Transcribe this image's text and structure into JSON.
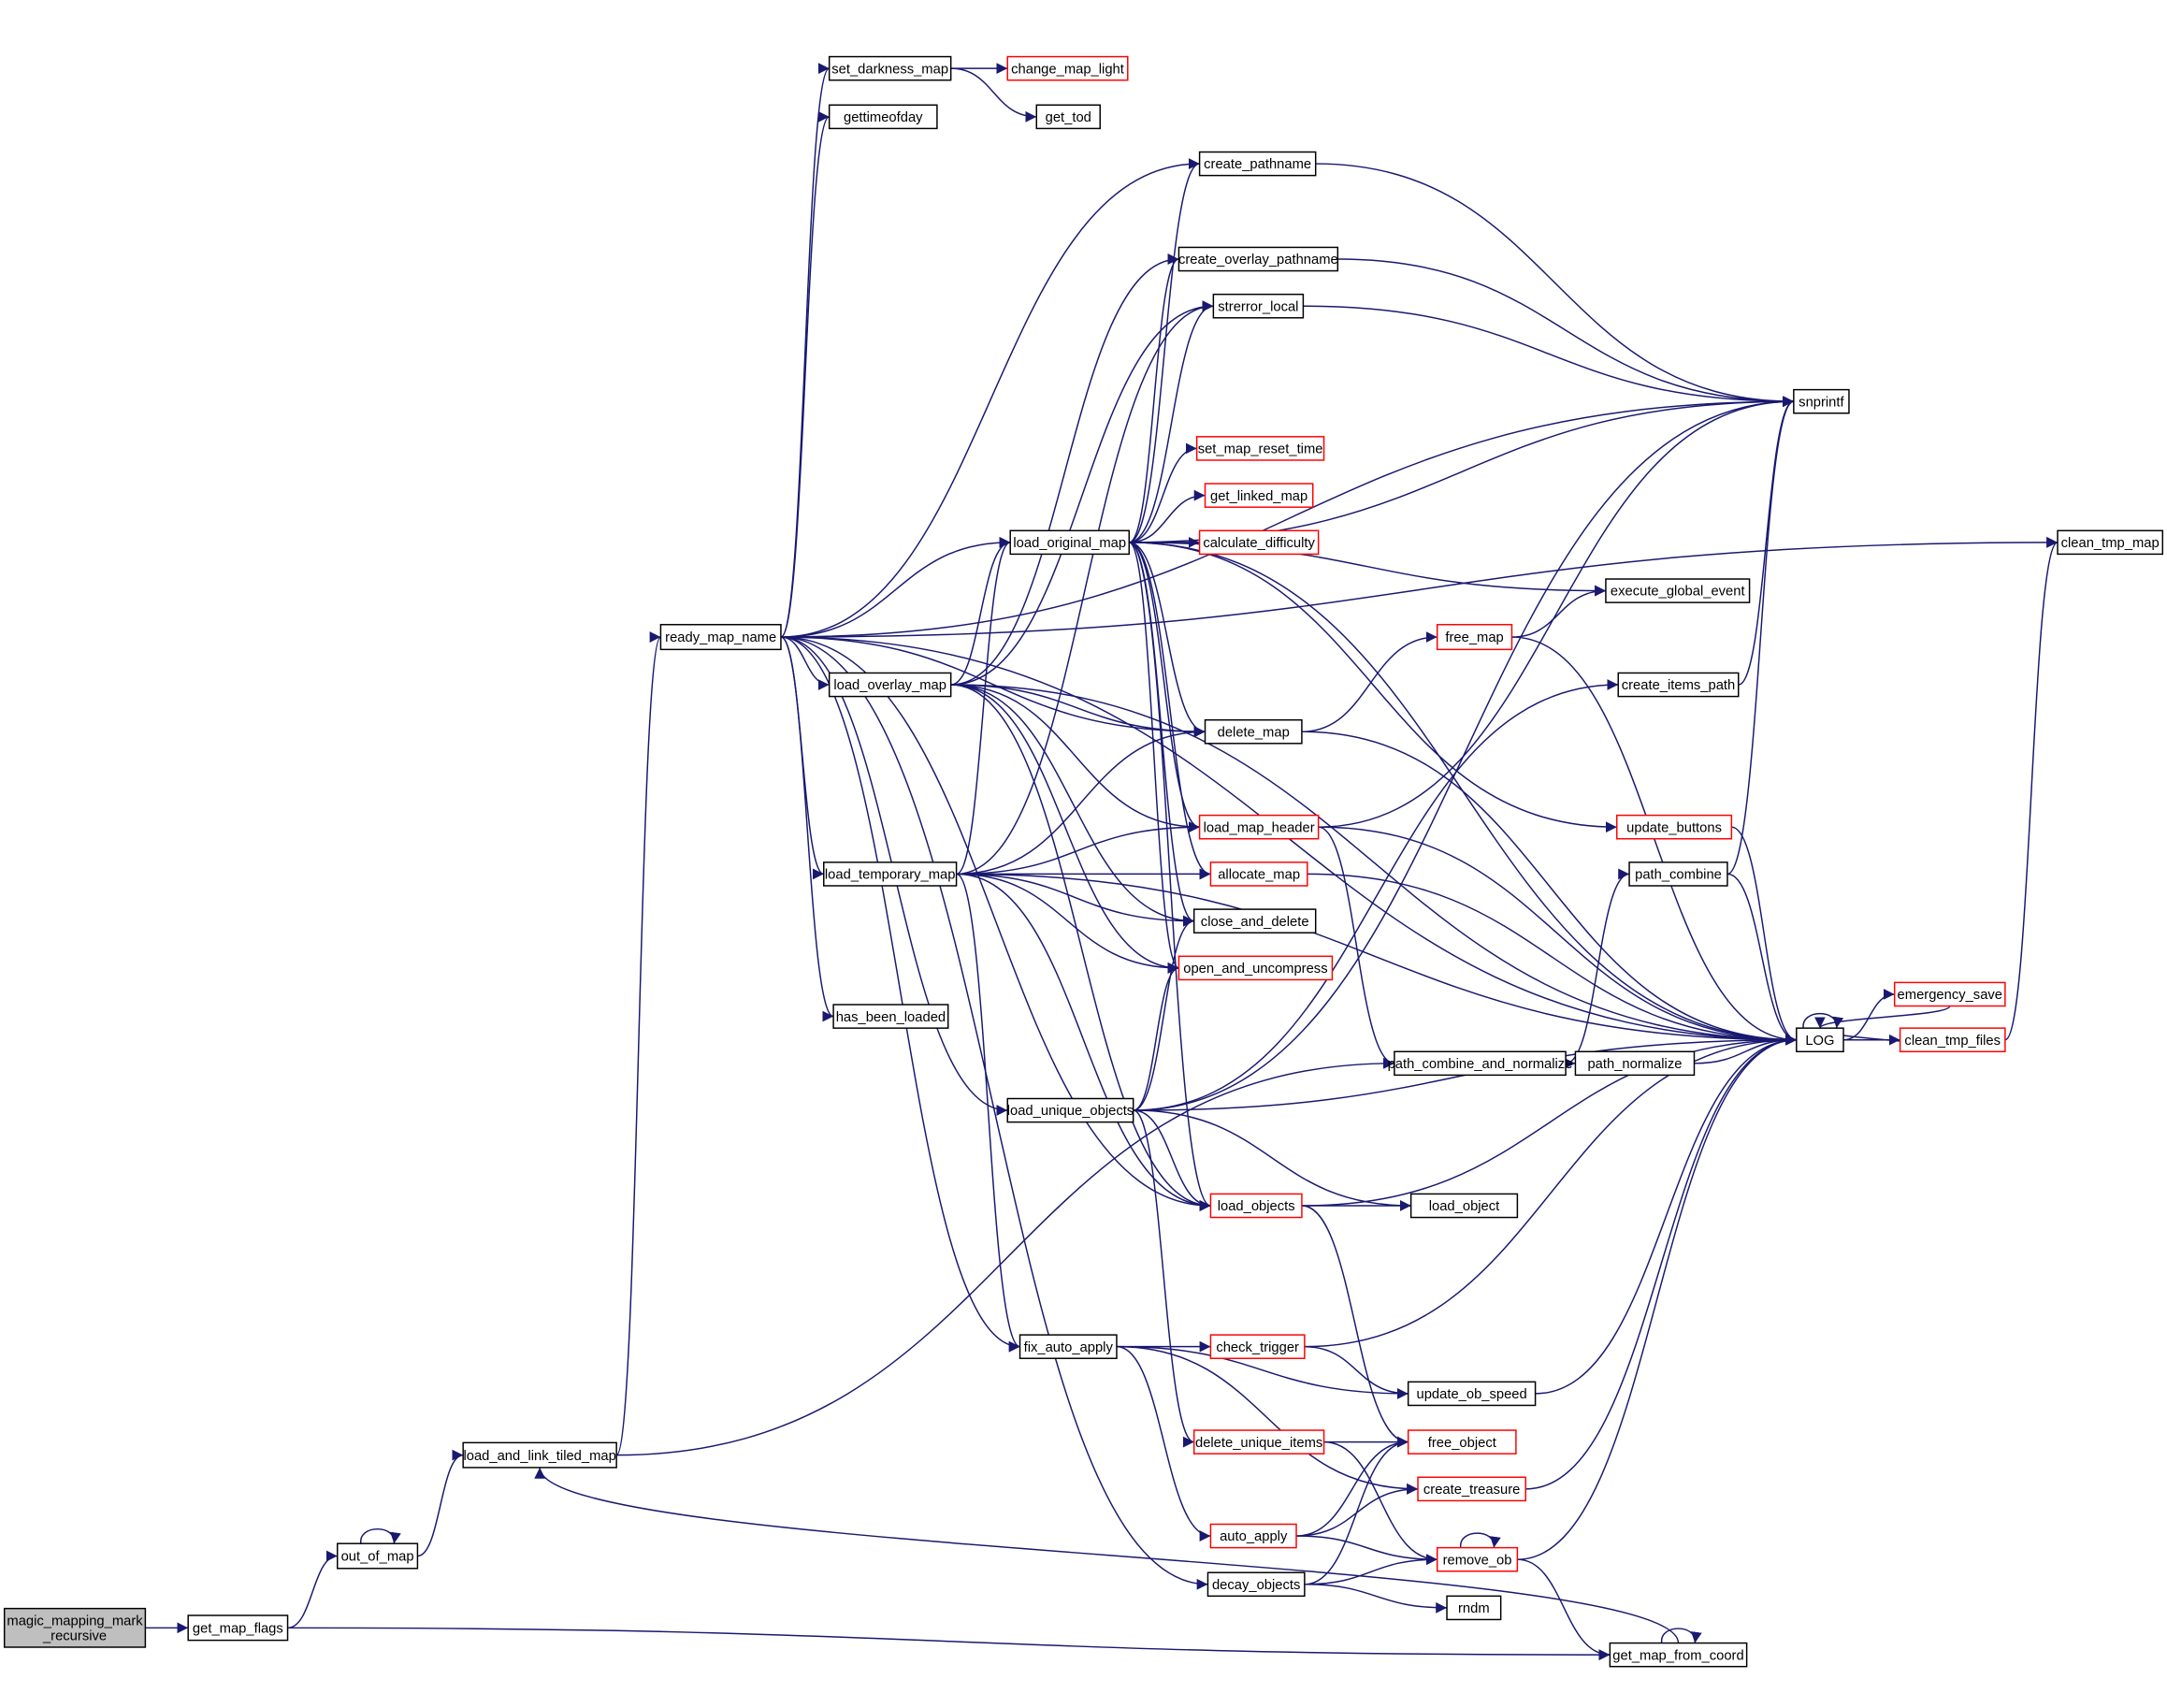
{
  "colors": {
    "edge": "#191970",
    "normal_border": "#000000",
    "incomplete_border": "#ff0000",
    "root_fill": "#bfbfbf",
    "fill": "#ffffff"
  },
  "nodes": [
    {
      "id": "magic",
      "lines": [
        "magic_mapping_mark",
        "_recursive"
      ],
      "style": "root"
    },
    {
      "id": "get_map_flags",
      "lines": [
        "get_map_flags"
      ],
      "style": "normal"
    },
    {
      "id": "out_of_map",
      "lines": [
        "out_of_map"
      ],
      "style": "normal"
    },
    {
      "id": "load_and_link_tiled_map",
      "lines": [
        "load_and_link_tiled_map"
      ],
      "style": "normal"
    },
    {
      "id": "ready_map_name",
      "lines": [
        "ready_map_name"
      ],
      "style": "normal"
    },
    {
      "id": "set_darkness_map",
      "lines": [
        "set_darkness_map"
      ],
      "style": "normal"
    },
    {
      "id": "gettimeofday",
      "lines": [
        "gettimeofday"
      ],
      "style": "normal"
    },
    {
      "id": "change_map_light",
      "lines": [
        "change_map_light"
      ],
      "style": "red"
    },
    {
      "id": "get_tod",
      "lines": [
        "get_tod"
      ],
      "style": "normal"
    },
    {
      "id": "create_pathname",
      "lines": [
        "create_pathname"
      ],
      "style": "normal"
    },
    {
      "id": "create_overlay_pathname",
      "lines": [
        "create_overlay_pathname"
      ],
      "style": "normal"
    },
    {
      "id": "strerror_local",
      "lines": [
        "strerror_local"
      ],
      "style": "normal"
    },
    {
      "id": "snprintf",
      "lines": [
        "snprintf"
      ],
      "style": "normal"
    },
    {
      "id": "set_map_reset_time",
      "lines": [
        "set_map_reset_time"
      ],
      "style": "red"
    },
    {
      "id": "get_linked_map",
      "lines": [
        "get_linked_map"
      ],
      "style": "red"
    },
    {
      "id": "calculate_difficulty",
      "lines": [
        "calculate_difficulty"
      ],
      "style": "red"
    },
    {
      "id": "load_original_map",
      "lines": [
        "load_original_map"
      ],
      "style": "normal"
    },
    {
      "id": "execute_global_event",
      "lines": [
        "execute_global_event"
      ],
      "style": "normal"
    },
    {
      "id": "free_map",
      "lines": [
        "free_map"
      ],
      "style": "red"
    },
    {
      "id": "create_items_path",
      "lines": [
        "create_items_path"
      ],
      "style": "normal"
    },
    {
      "id": "load_overlay_map",
      "lines": [
        "load_overlay_map"
      ],
      "style": "normal"
    },
    {
      "id": "delete_map",
      "lines": [
        "delete_map"
      ],
      "style": "normal"
    },
    {
      "id": "update_buttons",
      "lines": [
        "update_buttons"
      ],
      "style": "red"
    },
    {
      "id": "load_map_header",
      "lines": [
        "load_map_header"
      ],
      "style": "red"
    },
    {
      "id": "path_combine",
      "lines": [
        "path_combine"
      ],
      "style": "normal"
    },
    {
      "id": "load_temporary_map",
      "lines": [
        "load_temporary_map"
      ],
      "style": "normal"
    },
    {
      "id": "allocate_map",
      "lines": [
        "allocate_map"
      ],
      "style": "red"
    },
    {
      "id": "close_and_delete",
      "lines": [
        "close_and_delete"
      ],
      "style": "normal"
    },
    {
      "id": "open_and_uncompress",
      "lines": [
        "open_and_uncompress"
      ],
      "style": "red"
    },
    {
      "id": "has_been_loaded",
      "lines": [
        "has_been_loaded"
      ],
      "style": "normal"
    },
    {
      "id": "emergency_save",
      "lines": [
        "emergency_save"
      ],
      "style": "red"
    },
    {
      "id": "LOG",
      "lines": [
        "LOG"
      ],
      "style": "normal"
    },
    {
      "id": "clean_tmp_files",
      "lines": [
        "clean_tmp_files"
      ],
      "style": "red"
    },
    {
      "id": "path_combine_and_normalize",
      "lines": [
        "path_combine_and_normalize"
      ],
      "style": "normal"
    },
    {
      "id": "path_normalize",
      "lines": [
        "path_normalize"
      ],
      "style": "normal"
    },
    {
      "id": "load_unique_objects",
      "lines": [
        "load_unique_objects"
      ],
      "style": "normal"
    },
    {
      "id": "load_objects",
      "lines": [
        "load_objects"
      ],
      "style": "red"
    },
    {
      "id": "load_object",
      "lines": [
        "load_object"
      ],
      "style": "normal"
    },
    {
      "id": "fix_auto_apply",
      "lines": [
        "fix_auto_apply"
      ],
      "style": "normal"
    },
    {
      "id": "check_trigger",
      "lines": [
        "check_trigger"
      ],
      "style": "red"
    },
    {
      "id": "update_ob_speed",
      "lines": [
        "update_ob_speed"
      ],
      "style": "normal"
    },
    {
      "id": "delete_unique_items",
      "lines": [
        "delete_unique_items"
      ],
      "style": "red"
    },
    {
      "id": "free_object",
      "lines": [
        "free_object"
      ],
      "style": "red"
    },
    {
      "id": "create_treasure",
      "lines": [
        "create_treasure"
      ],
      "style": "red"
    },
    {
      "id": "auto_apply",
      "lines": [
        "auto_apply"
      ],
      "style": "red"
    },
    {
      "id": "remove_ob",
      "lines": [
        "remove_ob"
      ],
      "style": "red"
    },
    {
      "id": "decay_objects",
      "lines": [
        "decay_objects"
      ],
      "style": "normal"
    },
    {
      "id": "rndm",
      "lines": [
        "rndm"
      ],
      "style": "normal"
    },
    {
      "id": "get_map_from_coord",
      "lines": [
        "get_map_from_coord"
      ],
      "style": "normal"
    },
    {
      "id": "clean_tmp_map",
      "lines": [
        "clean_tmp_map"
      ],
      "style": "normal"
    }
  ],
  "edges": [
    [
      "magic",
      "get_map_flags"
    ],
    [
      "get_map_flags",
      "out_of_map"
    ],
    [
      "get_map_flags",
      "get_map_from_coord"
    ],
    [
      "out_of_map",
      "out_of_map"
    ],
    [
      "out_of_map",
      "load_and_link_tiled_map"
    ],
    [
      "load_and_link_tiled_map",
      "ready_map_name"
    ],
    [
      "load_and_link_tiled_map",
      "path_combine_and_normalize"
    ],
    [
      "get_map_from_coord",
      "load_and_link_tiled_map"
    ],
    [
      "get_map_from_coord",
      "get_map_from_coord"
    ],
    [
      "ready_map_name",
      "set_darkness_map"
    ],
    [
      "ready_map_name",
      "gettimeofday"
    ],
    [
      "ready_map_name",
      "create_pathname"
    ],
    [
      "ready_map_name",
      "LOG"
    ],
    [
      "ready_map_name",
      "clean_tmp_map"
    ],
    [
      "ready_map_name",
      "load_original_map"
    ],
    [
      "ready_map_name",
      "load_overlay_map"
    ],
    [
      "ready_map_name",
      "load_temporary_map"
    ],
    [
      "ready_map_name",
      "delete_map"
    ],
    [
      "ready_map_name",
      "has_been_loaded"
    ],
    [
      "ready_map_name",
      "fix_auto_apply"
    ],
    [
      "ready_map_name",
      "decay_objects"
    ],
    [
      "ready_map_name",
      "load_unique_objects"
    ],
    [
      "ready_map_name",
      "load_objects"
    ],
    [
      "ready_map_name",
      "snprintf"
    ],
    [
      "set_darkness_map",
      "change_map_light"
    ],
    [
      "set_darkness_map",
      "get_tod"
    ],
    [
      "create_pathname",
      "snprintf"
    ],
    [
      "create_overlay_pathname",
      "snprintf"
    ],
    [
      "strerror_local",
      "snprintf"
    ],
    [
      "load_original_map",
      "create_pathname"
    ],
    [
      "load_original_map",
      "create_overlay_pathname"
    ],
    [
      "load_original_map",
      "strerror_local"
    ],
    [
      "load_original_map",
      "snprintf"
    ],
    [
      "load_original_map",
      "set_map_reset_time"
    ],
    [
      "load_original_map",
      "get_linked_map"
    ],
    [
      "load_original_map",
      "calculate_difficulty"
    ],
    [
      "load_original_map",
      "LOG"
    ],
    [
      "load_original_map",
      "execute_global_event"
    ],
    [
      "load_original_map",
      "update_buttons"
    ],
    [
      "load_original_map",
      "delete_map"
    ],
    [
      "load_original_map",
      "load_map_header"
    ],
    [
      "load_original_map",
      "allocate_map"
    ],
    [
      "load_original_map",
      "close_and_delete"
    ],
    [
      "load_original_map",
      "open_and_uncompress"
    ],
    [
      "load_original_map",
      "load_objects"
    ],
    [
      "load_overlay_map",
      "create_overlay_pathname"
    ],
    [
      "load_overlay_map",
      "load_original_map"
    ],
    [
      "load_overlay_map",
      "delete_map"
    ],
    [
      "load_overlay_map",
      "load_map_header"
    ],
    [
      "load_overlay_map",
      "LOG"
    ],
    [
      "load_overlay_map",
      "close_and_delete"
    ],
    [
      "load_overlay_map",
      "open_and_uncompress"
    ],
    [
      "load_overlay_map",
      "load_objects"
    ],
    [
      "load_overlay_map",
      "strerror_local"
    ],
    [
      "load_temporary_map",
      "load_original_map"
    ],
    [
      "load_temporary_map",
      "strerror_local"
    ],
    [
      "load_temporary_map",
      "delete_map"
    ],
    [
      "load_temporary_map",
      "load_map_header"
    ],
    [
      "load_temporary_map",
      "allocate_map"
    ],
    [
      "load_temporary_map",
      "close_and_delete"
    ],
    [
      "load_temporary_map",
      "open_and_uncompress"
    ],
    [
      "load_temporary_map",
      "load_objects"
    ],
    [
      "load_temporary_map",
      "fix_auto_apply"
    ],
    [
      "load_temporary_map",
      "LOG"
    ],
    [
      "free_map",
      "execute_global_event"
    ],
    [
      "free_map",
      "LOG"
    ],
    [
      "delete_map",
      "free_map"
    ],
    [
      "delete_map",
      "LOG"
    ],
    [
      "create_items_path",
      "snprintf"
    ],
    [
      "update_buttons",
      "LOG"
    ],
    [
      "path_combine",
      "snprintf"
    ],
    [
      "path_combine",
      "LOG"
    ],
    [
      "load_map_header",
      "snprintf"
    ],
    [
      "load_map_header",
      "path_combine_and_normalize"
    ],
    [
      "load_map_header",
      "LOG"
    ],
    [
      "allocate_map",
      "LOG"
    ],
    [
      "path_combine_and_normalize",
      "path_combine"
    ],
    [
      "path_combine_and_normalize",
      "path_normalize"
    ],
    [
      "path_normalize",
      "LOG"
    ],
    [
      "LOG",
      "LOG"
    ],
    [
      "LOG",
      "emergency_save"
    ],
    [
      "LOG",
      "clean_tmp_files"
    ],
    [
      "emergency_save",
      "LOG"
    ],
    [
      "clean_tmp_files",
      "LOG"
    ],
    [
      "clean_tmp_files",
      "clean_tmp_map"
    ],
    [
      "load_unique_objects",
      "create_items_path"
    ],
    [
      "load_unique_objects",
      "close_and_delete"
    ],
    [
      "load_unique_objects",
      "open_and_uncompress"
    ],
    [
      "load_unique_objects",
      "load_objects"
    ],
    [
      "load_unique_objects",
      "load_object"
    ],
    [
      "load_unique_objects",
      "LOG"
    ],
    [
      "load_unique_objects",
      "snprintf"
    ],
    [
      "load_unique_objects",
      "delete_unique_items"
    ],
    [
      "load_objects",
      "load_object"
    ],
    [
      "load_objects",
      "LOG"
    ],
    [
      "load_objects",
      "free_object"
    ],
    [
      "fix_auto_apply",
      "check_trigger"
    ],
    [
      "fix_auto_apply",
      "update_ob_speed"
    ],
    [
      "fix_auto_apply",
      "auto_apply"
    ],
    [
      "fix_auto_apply",
      "create_treasure"
    ],
    [
      "check_trigger",
      "LOG"
    ],
    [
      "check_trigger",
      "update_ob_speed"
    ],
    [
      "update_ob_speed",
      "LOG"
    ],
    [
      "delete_unique_items",
      "free_object"
    ],
    [
      "delete_unique_items",
      "remove_ob"
    ],
    [
      "create_treasure",
      "LOG"
    ],
    [
      "auto_apply",
      "free_object"
    ],
    [
      "auto_apply",
      "create_treasure"
    ],
    [
      "auto_apply",
      "remove_ob"
    ],
    [
      "remove_ob",
      "LOG"
    ],
    [
      "remove_ob",
      "get_map_from_coord"
    ],
    [
      "remove_ob",
      "remove_ob"
    ],
    [
      "decay_objects",
      "free_object"
    ],
    [
      "decay_objects",
      "remove_ob"
    ],
    [
      "decay_objects",
      "rndm"
    ]
  ]
}
